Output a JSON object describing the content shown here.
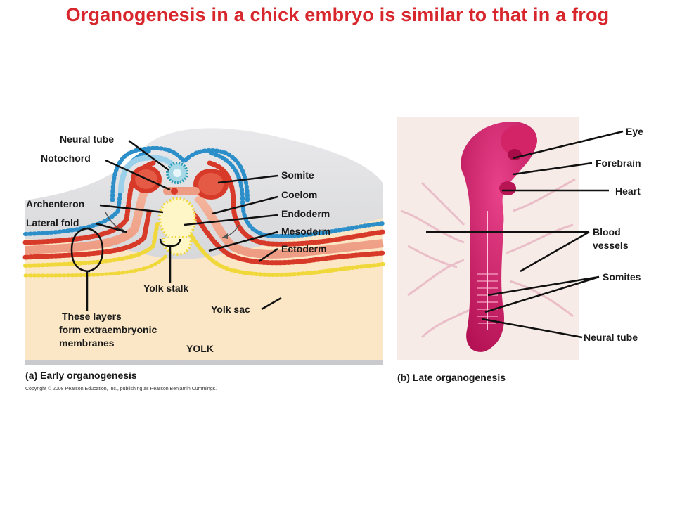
{
  "title": "Organogenesis in a chick embryo is similar to that in a frog",
  "panel_a": {
    "caption": "(a) Early organogenesis",
    "labels": {
      "neural_tube": "Neural tube",
      "notochord": "Notochord",
      "archenteron": "Archenteron",
      "lateral_fold": "Lateral fold",
      "somite": "Somite",
      "coelom": "Coelom",
      "endoderm": "Endoderm",
      "mesoderm": "Mesoderm",
      "ectoderm": "Ectoderm",
      "yolk_stalk": "Yolk stalk",
      "yolk_sac": "Yolk sac",
      "these_layers_1": "These layers",
      "these_layers_2": "form extraembryonic",
      "these_layers_3": "membranes",
      "yolk": "YOLK"
    }
  },
  "panel_b": {
    "caption": "(b) Late organogenesis",
    "labels": {
      "eye": "Eye",
      "forebrain": "Forebrain",
      "heart": "Heart",
      "blood_vessels_1": "Blood",
      "blood_vessels_2": "vessels",
      "somites": "Somites",
      "neural_tube": "Neural tube"
    }
  },
  "copyright": "Copyright © 2008 Pearson Education, Inc., publishing as Pearson Benjamin Cummings.",
  "colors": {
    "title": "#d7262c",
    "yolk": "#fbe7c6",
    "ectoderm": "#2d8fc9",
    "mesoderm": "#d83a2a",
    "endoderm": "#f0d83a",
    "embryo": "#c8185e"
  }
}
